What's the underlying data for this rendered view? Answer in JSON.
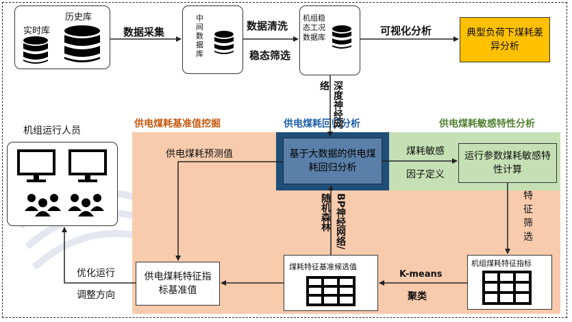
{
  "top": {
    "realtime_db": "实时库",
    "history_db": "历史库",
    "step_collect": "数据采集",
    "mid_db": "中间数据库",
    "step_clean": "数据清洗",
    "step_steady": "稳态筛选",
    "steady_db": "机组稳态工况数据库",
    "step_visual": "可视化分析",
    "result_box": "典型负荷下煤耗差异分析"
  },
  "left": {
    "operators": "机组运行人员",
    "optimize": "优化运行",
    "adjust": "调整方向"
  },
  "sections": {
    "baseline": "供电煤耗基准值挖掘",
    "regression": "供电煤耗回归分析",
    "sensitivity": "供电煤耗敏感特性分析"
  },
  "regression_box": "基于大数据的供电煤耗回归分析",
  "deep_net": "深度神经网络",
  "predict": "供电煤耗预测值",
  "sens_def_1": "煤耗敏感",
  "sens_def_2": "因子定义",
  "sens_box": "运行参数煤耗敏感特性计算",
  "feature_select": "特征筛选",
  "bp_rf": "BP神经网络/随机森林",
  "feature_index_box": "机组煤耗特征指标",
  "kmeans": "K-means",
  "cluster": "聚类",
  "candidate_box": "煤耗特征基准候选值",
  "baseline_box": "供电煤耗特征指标基准值",
  "colors": {
    "peach": "#f8cbad",
    "green": "#c5e0b4",
    "navy": "#1f4e79",
    "steel": "#5a7fa8",
    "gold": "#ffc000",
    "orange_text": "#c55a11",
    "green_text": "#548235",
    "blue_text": "#1f5fa8"
  },
  "icons": [
    "database-icon",
    "monitor-icon",
    "people-icon",
    "table-icon"
  ]
}
